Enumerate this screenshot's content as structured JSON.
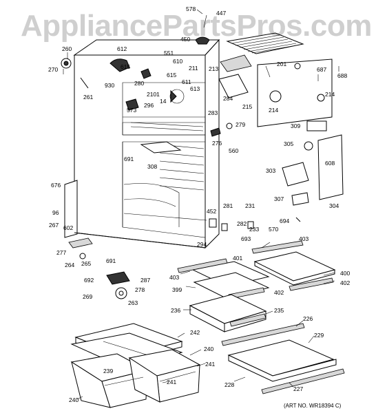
{
  "watermark": "AppliancePartsPros.com",
  "art_number": "(ART NO. WR18394 C)",
  "part_labels": [
    "578",
    "447",
    "450",
    "260",
    "612",
    "551",
    "270",
    "615",
    "610",
    "211",
    "930",
    "615",
    "280",
    "611",
    "613",
    "261",
    "2101",
    "296",
    "573",
    "14",
    "213",
    "201",
    "687",
    "688",
    "214",
    "214",
    "284",
    "279",
    "283",
    "276",
    "560",
    "215",
    "309",
    "305",
    "691",
    "308",
    "303",
    "608",
    "304",
    "676",
    "96",
    "267",
    "602",
    "452",
    "281",
    "231",
    "282",
    "233",
    "570",
    "693",
    "694",
    "307",
    "294",
    "403",
    "277",
    "264",
    "265",
    "691",
    "401",
    "403",
    "400",
    "402",
    "692",
    "287",
    "278",
    "399",
    "402",
    "269",
    "263",
    "236",
    "235",
    "226",
    "229",
    "242",
    "240",
    "239",
    "241",
    "241",
    "240",
    "228",
    "227"
  ]
}
